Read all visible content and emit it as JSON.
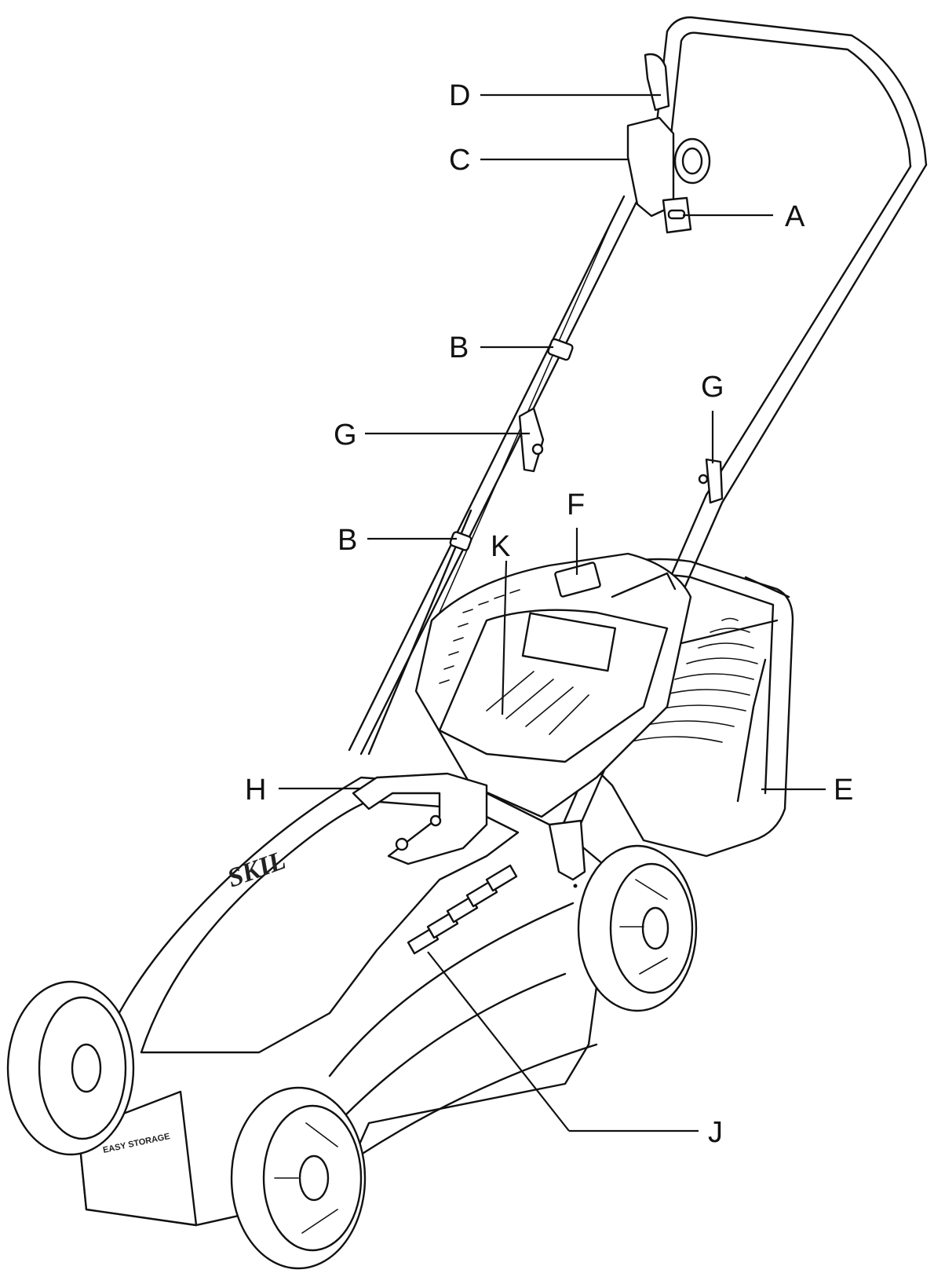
{
  "callouts": {
    "A": "A",
    "B_upper": "B",
    "B_lower": "B",
    "C": "C",
    "D": "D",
    "E": "E",
    "F": "F",
    "G_left": "G",
    "G_right": "G",
    "H": "H",
    "J": "J",
    "K": "K"
  },
  "brand": "SKIL",
  "front_panel_text": "EASY STORAGE"
}
